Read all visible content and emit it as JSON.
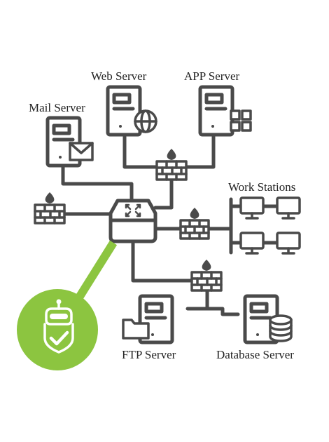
{
  "labels": {
    "web_server": "Web Server",
    "app_server": "APP Server",
    "mail_server": "Mail Server",
    "work_stations": "Work Stations",
    "ftp_server": "FTP Server",
    "database_server": "Database Server"
  },
  "colors": {
    "stroke": "#4a4a4a",
    "accent": "#8cc540",
    "fire": "#4a4a4a",
    "background": "#ffffff"
  },
  "icons": [
    "server-icon",
    "globe-icon",
    "apps-grid-icon",
    "mail-envelope-icon",
    "firewall-icon",
    "router-icon",
    "monitor-icon",
    "folder-icon",
    "database-icon",
    "robot-shield-icon"
  ]
}
